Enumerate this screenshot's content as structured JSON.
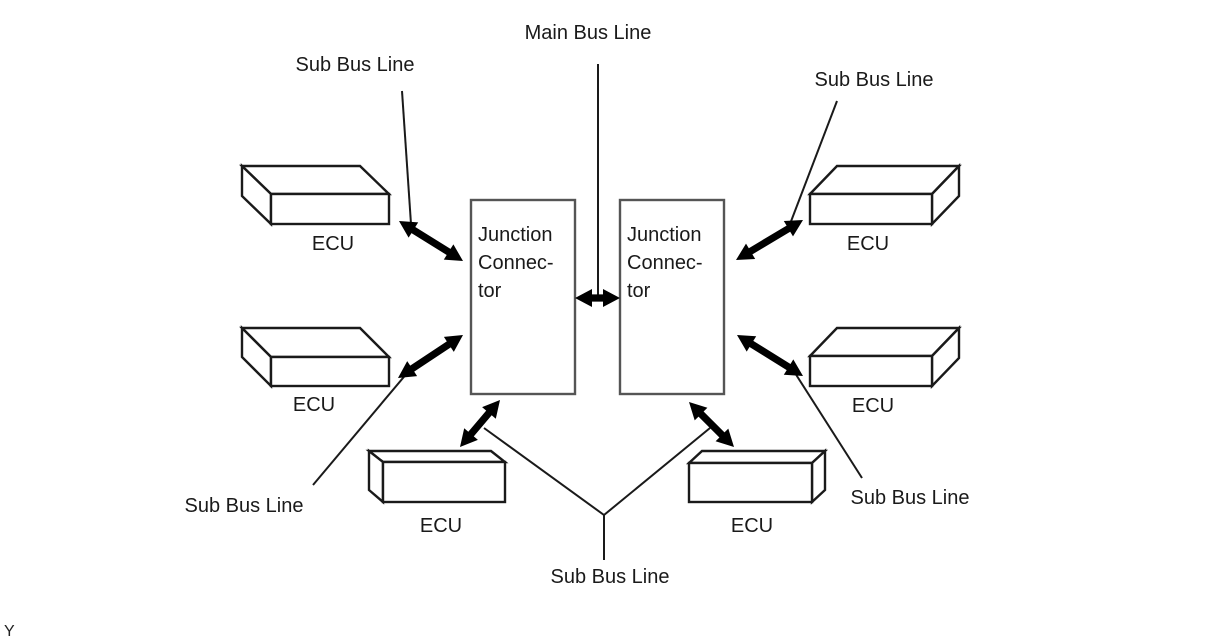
{
  "diagram": {
    "main_bus_label": "Main Bus Line",
    "sub_bus_labels": {
      "top_left": "Sub Bus Line",
      "top_right": "Sub Bus Line",
      "bottom_left": "Sub Bus Line",
      "bottom_right": "Sub Bus Line",
      "bottom_center": "Sub Bus Line"
    },
    "junction_connectors": [
      {
        "lines": [
          "Junction",
          "Connec-",
          "tor"
        ]
      },
      {
        "lines": [
          "Junction",
          "Connec-",
          "tor"
        ]
      }
    ],
    "ecus": [
      {
        "position": "left-upper",
        "label": "ECU"
      },
      {
        "position": "left-lower",
        "label": "ECU"
      },
      {
        "position": "bottom-left",
        "label": "ECU"
      },
      {
        "position": "right-upper",
        "label": "ECU"
      },
      {
        "position": "right-lower",
        "label": "ECU"
      },
      {
        "position": "bottom-right",
        "label": "ECU"
      }
    ],
    "figure_id": "Y"
  }
}
